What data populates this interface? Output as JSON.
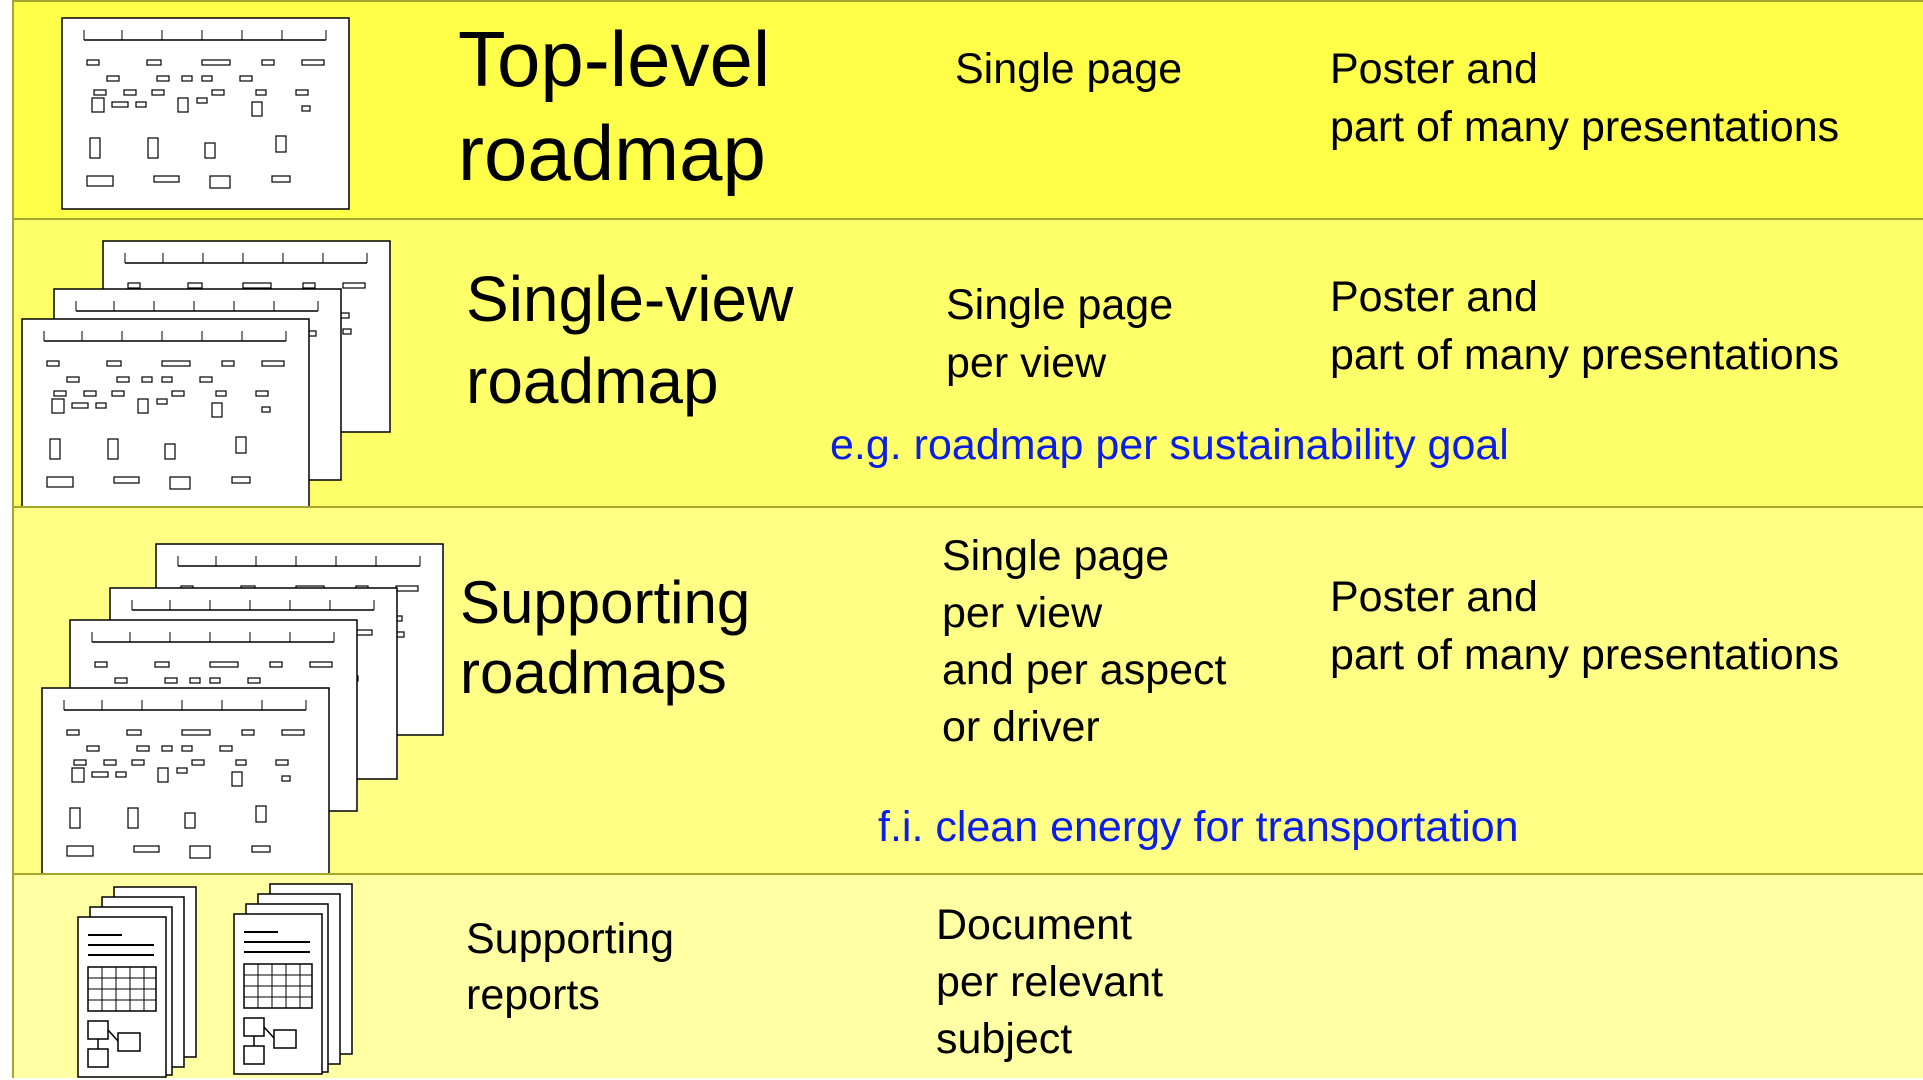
{
  "colors": {
    "row1": "#ffff4a",
    "row2": "#ffff6a",
    "row3": "#ffff86",
    "row4": "#ffffa4",
    "border": "#a6a62e",
    "example_text": "#0a1ee6"
  },
  "rows": [
    {
      "title": "Top-level\nroadmap",
      "scope": "Single page",
      "usage": "Poster and\npart of many presentations",
      "icon": "roadmap-single-sheet-icon"
    },
    {
      "title": "Single-view\nroadmap",
      "scope": "Single page\nper view",
      "usage": "Poster and\npart of many presentations",
      "example": "e.g. roadmap per sustainability goal",
      "icon": "roadmap-stack-3-icon"
    },
    {
      "title": "Supporting\nroadmaps",
      "scope": "Single page\nper view\nand per aspect\nor driver",
      "usage": "Poster and\npart of many presentations",
      "example": "f.i. clean energy for transportation",
      "icon": "roadmap-stack-4-icon"
    },
    {
      "title": "Supporting\nreports",
      "scope": "Document\nper relevant\nsubject",
      "icon": "report-documents-icon"
    }
  ]
}
